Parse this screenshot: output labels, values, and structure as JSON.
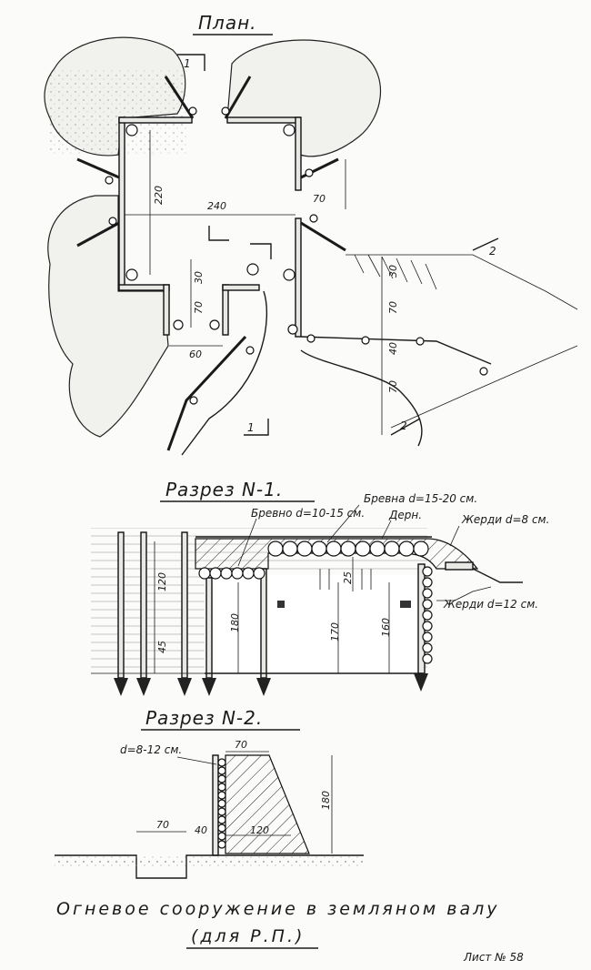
{
  "plan": {
    "title": "План.",
    "dims": {
      "length": "220",
      "width": "240",
      "porthole": "70",
      "step_30": "30",
      "step_70": "70",
      "passage_60": "60",
      "trench_30": "30",
      "trench_70a": "70",
      "trench_40": "40",
      "trench_70b": "70"
    },
    "section_marks": [
      "1",
      "1",
      "2",
      "2"
    ]
  },
  "section1": {
    "title": "Разрез N-1.",
    "labels": {
      "logs_top": "Бревна d=15-20 см.",
      "log_small": "Бревно d=10-15 см.",
      "turf": "Дерн.",
      "poles_top": "Жерди d=8 см.",
      "poles_side": "Жерди d=12 см."
    },
    "dims": [
      "120",
      "45",
      "180",
      "25",
      "170",
      "160"
    ]
  },
  "section2": {
    "title": "Разрез N-2.",
    "labels": {
      "diameter": "d=8-12 см."
    },
    "dims": {
      "top": "70",
      "height": "180",
      "ditch": "70",
      "gap": "40",
      "base": "120"
    }
  },
  "footer": {
    "title": "Огневое сооружение в земляном валу",
    "subtitle": "(для Р.П.)",
    "sheet": "Лист № 58"
  }
}
